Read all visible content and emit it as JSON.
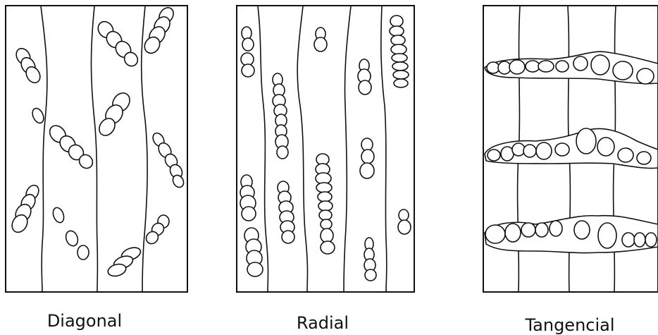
{
  "panels": [
    {
      "key": "diagonal",
      "label": "Diagonal"
    },
    {
      "key": "radial",
      "label": "Radial"
    },
    {
      "key": "tangential",
      "label": "Tangencial"
    }
  ]
}
